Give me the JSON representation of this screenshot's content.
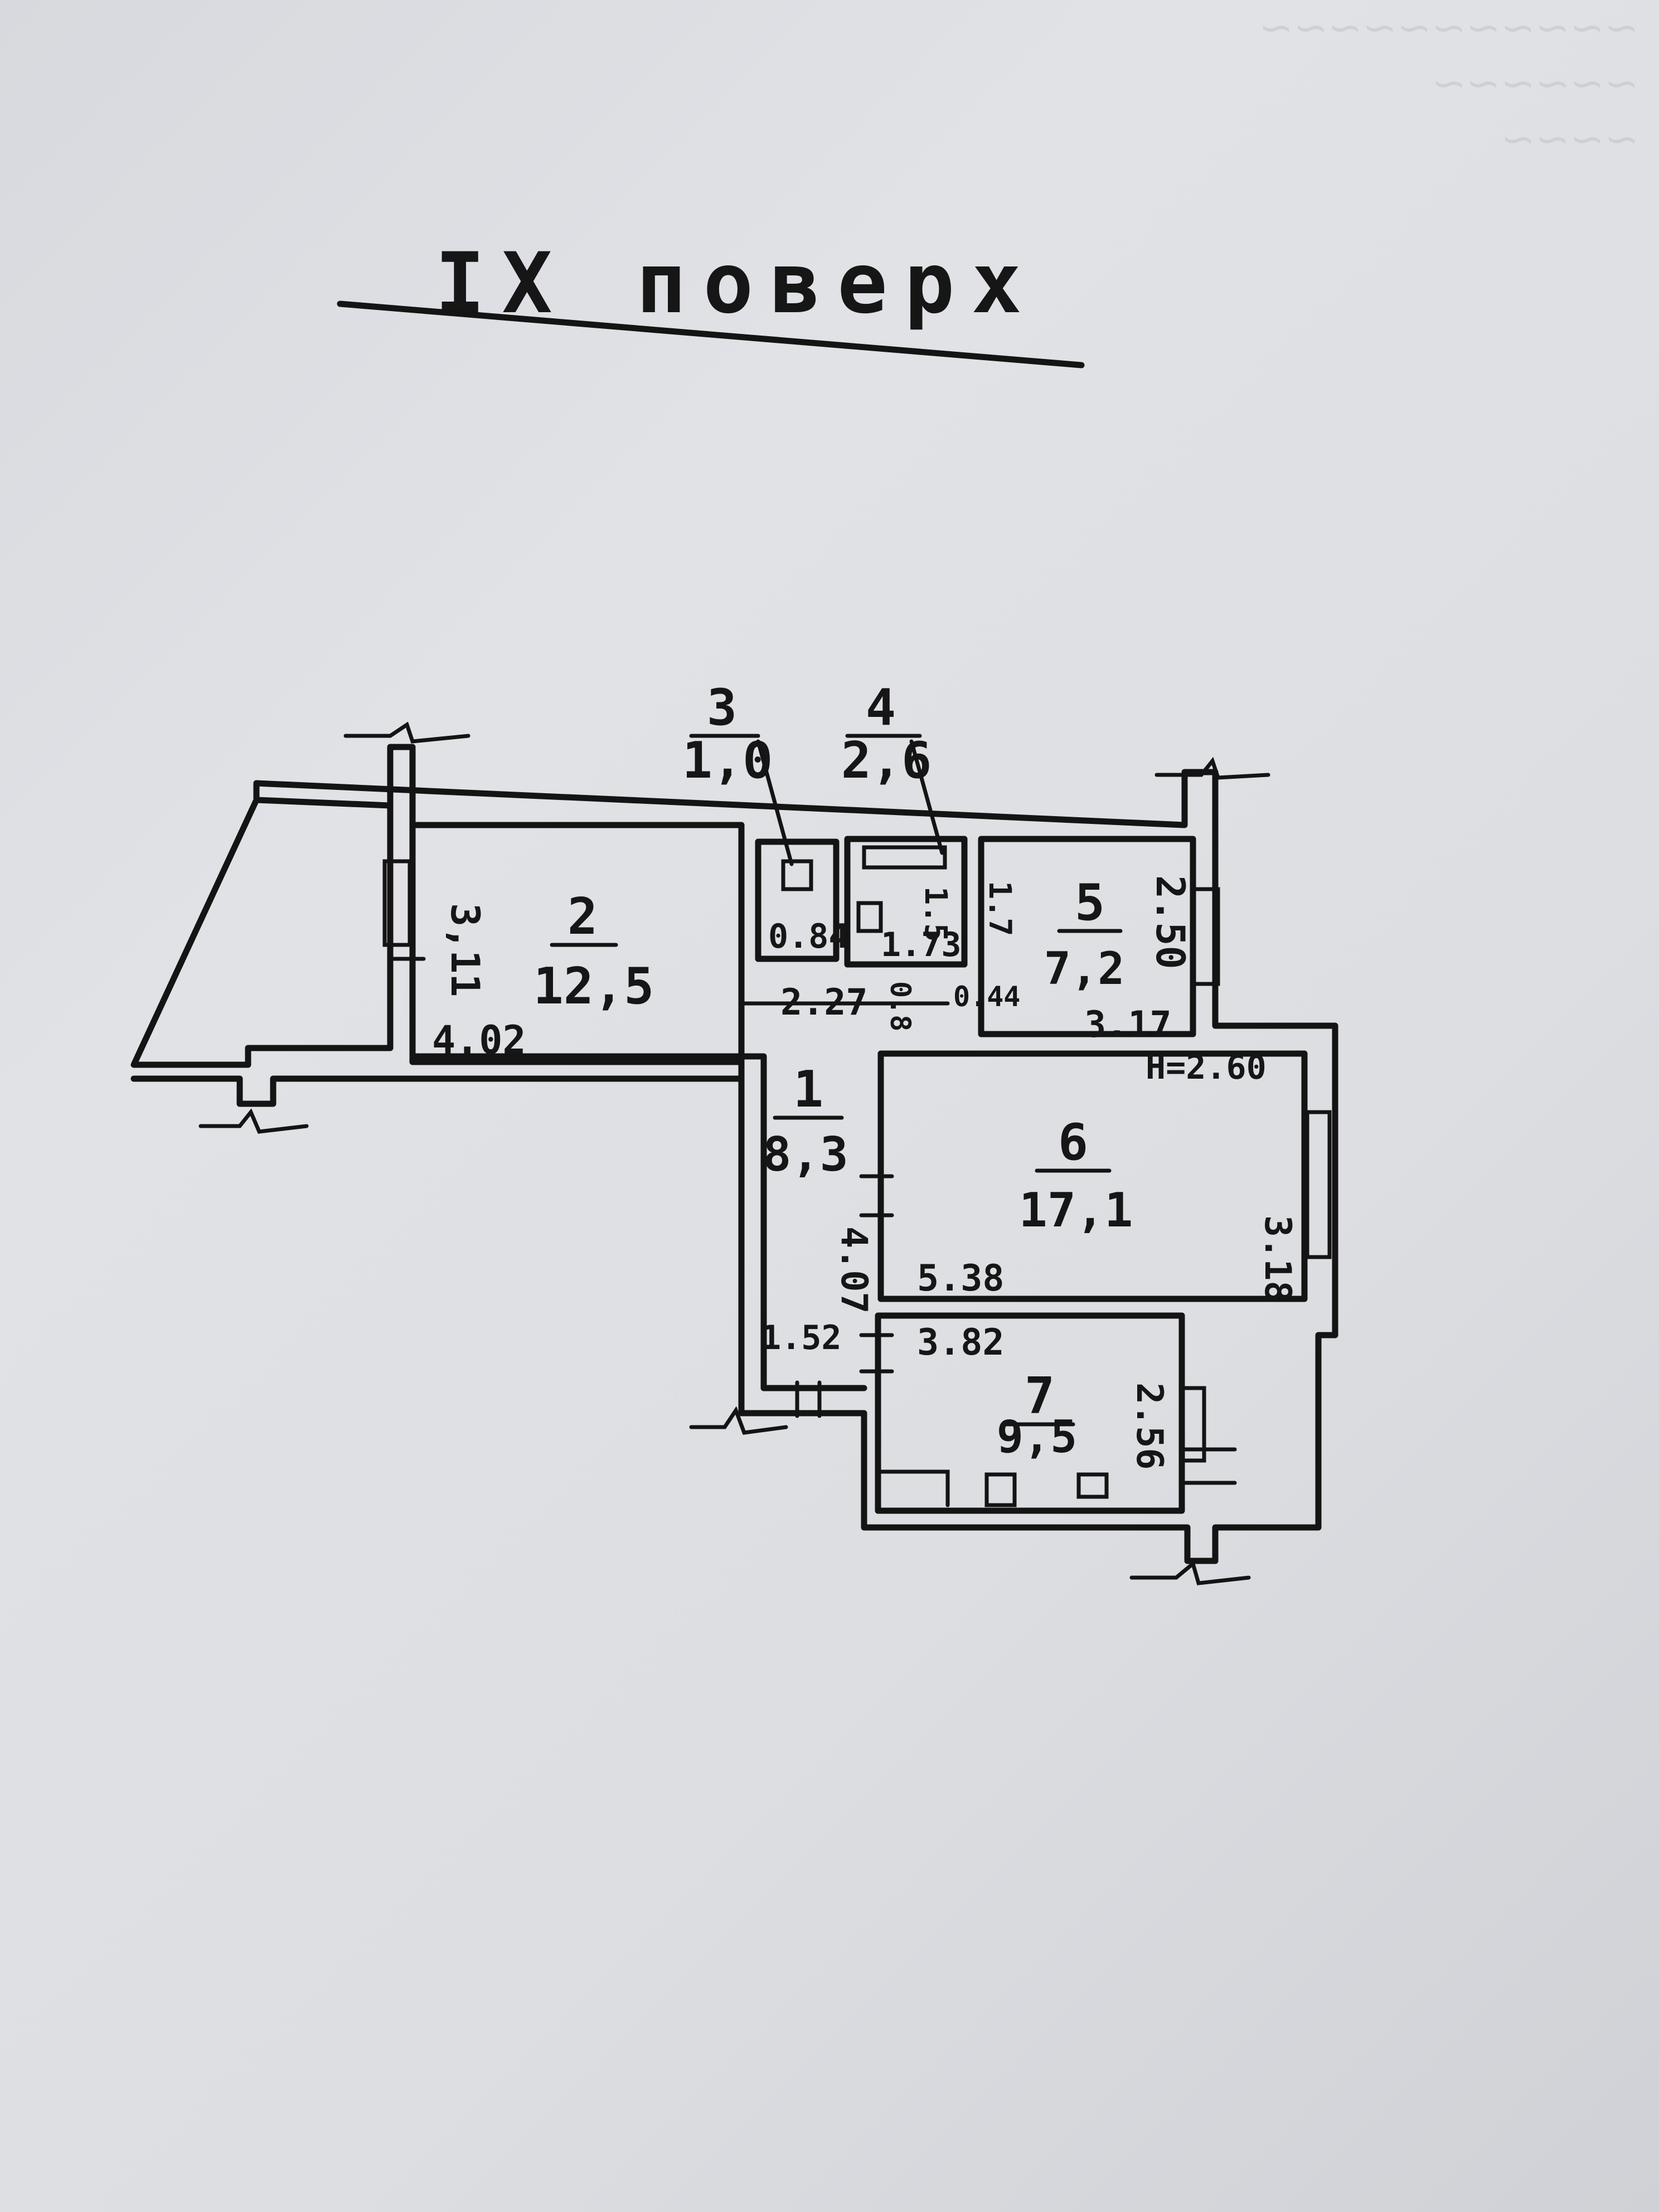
{
  "title": "IX поверх",
  "plan": {
    "ceiling_height": "H=2.60",
    "rooms": [
      {
        "id": "1",
        "number": "1",
        "area": "8,3",
        "dims": [
          "4.07",
          "1.52"
        ]
      },
      {
        "id": "2",
        "number": "2",
        "area": "12,5",
        "dims": [
          "3,11",
          "4.02"
        ]
      },
      {
        "id": "3",
        "number": "3",
        "area": "1,0",
        "dims": [
          "0.84"
        ]
      },
      {
        "id": "4",
        "number": "4",
        "area": "2,6",
        "dims": [
          "1.73",
          "1.5"
        ]
      },
      {
        "id": "5",
        "number": "5",
        "area": "7,2",
        "dims": [
          "2.50",
          "3.17",
          "1.7"
        ]
      },
      {
        "id": "6",
        "number": "6",
        "area": "17,1",
        "dims": [
          "5.38",
          "3.18"
        ]
      },
      {
        "id": "7",
        "number": "7",
        "area": "9,5",
        "dims": [
          "3.82",
          "2.56"
        ]
      }
    ],
    "corridor_dims": [
      "2.27",
      "0.8",
      "0.44"
    ]
  }
}
